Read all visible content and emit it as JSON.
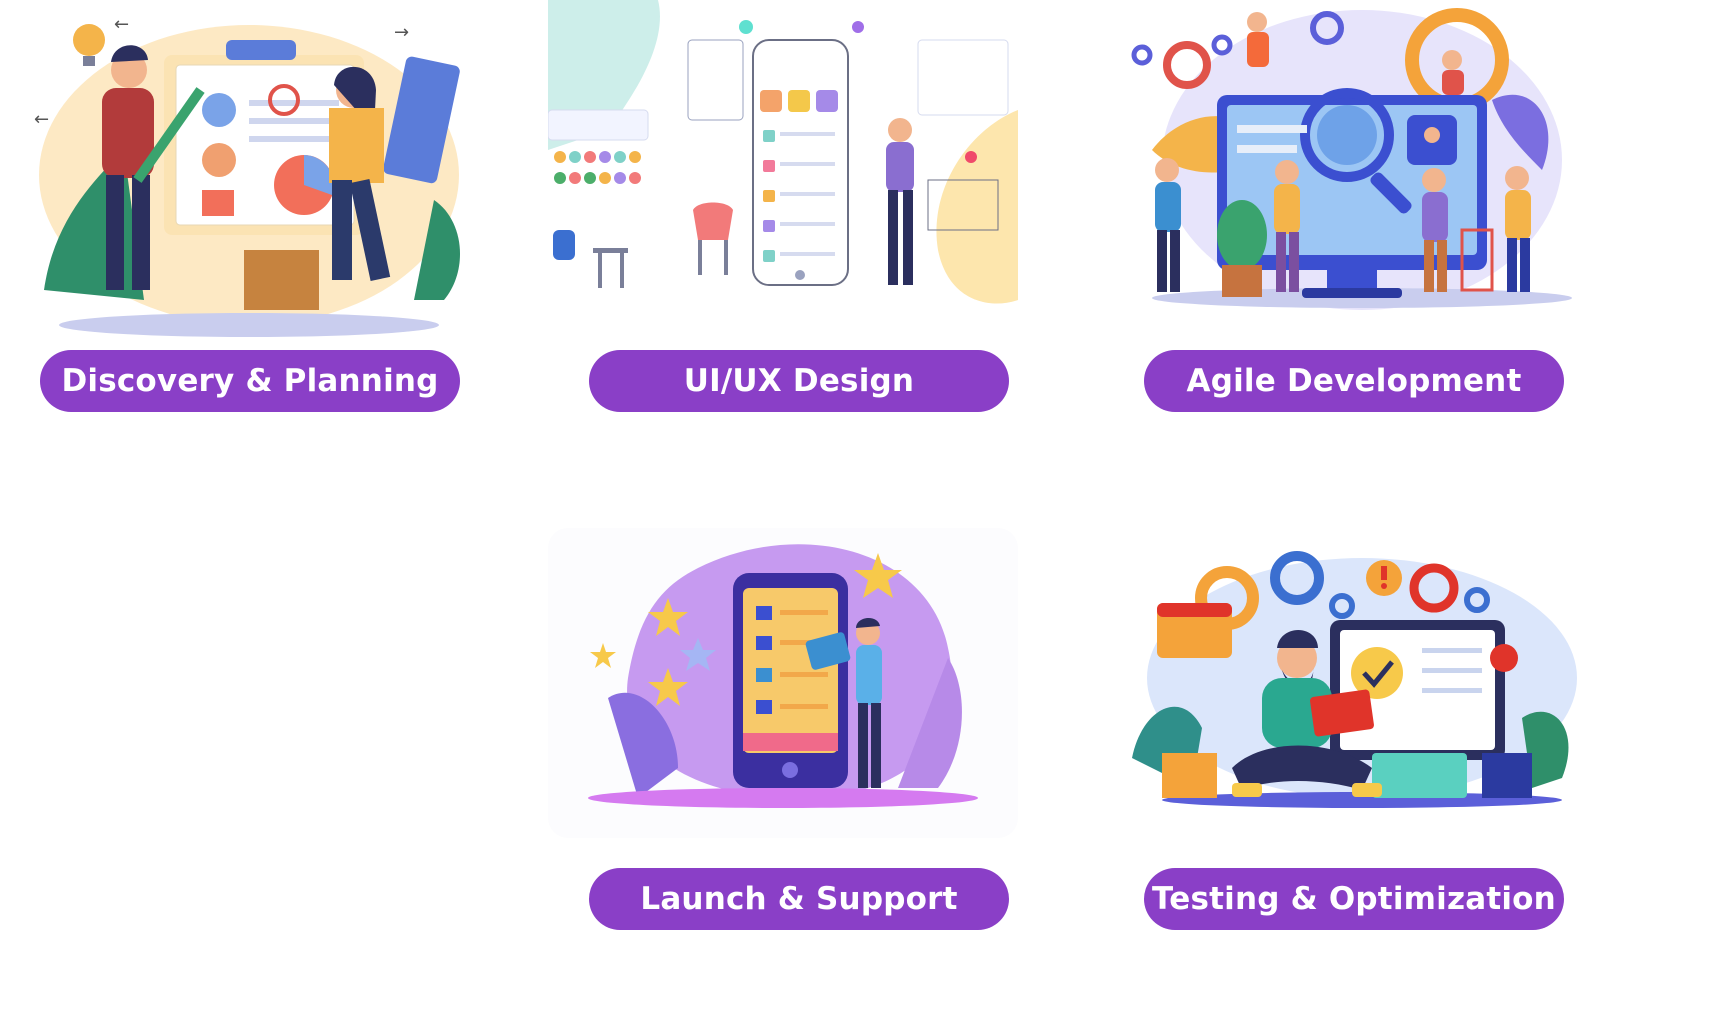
{
  "steps": [
    {
      "label": "Discovery & Planning",
      "illustration": "planning-team-illustration"
    },
    {
      "label": "UI/UX Design",
      "illustration": "wireframe-design-illustration"
    },
    {
      "label": "Agile Development",
      "illustration": "development-team-illustration"
    },
    {
      "label": "Launch & Support",
      "illustration": "mobile-launch-illustration"
    },
    {
      "label": "Testing & Optimization",
      "illustration": "testing-developer-illustration"
    }
  ],
  "colors": {
    "pill": "#8a3fc7",
    "pill_text": "#ffffff",
    "background": "#ffffff"
  }
}
